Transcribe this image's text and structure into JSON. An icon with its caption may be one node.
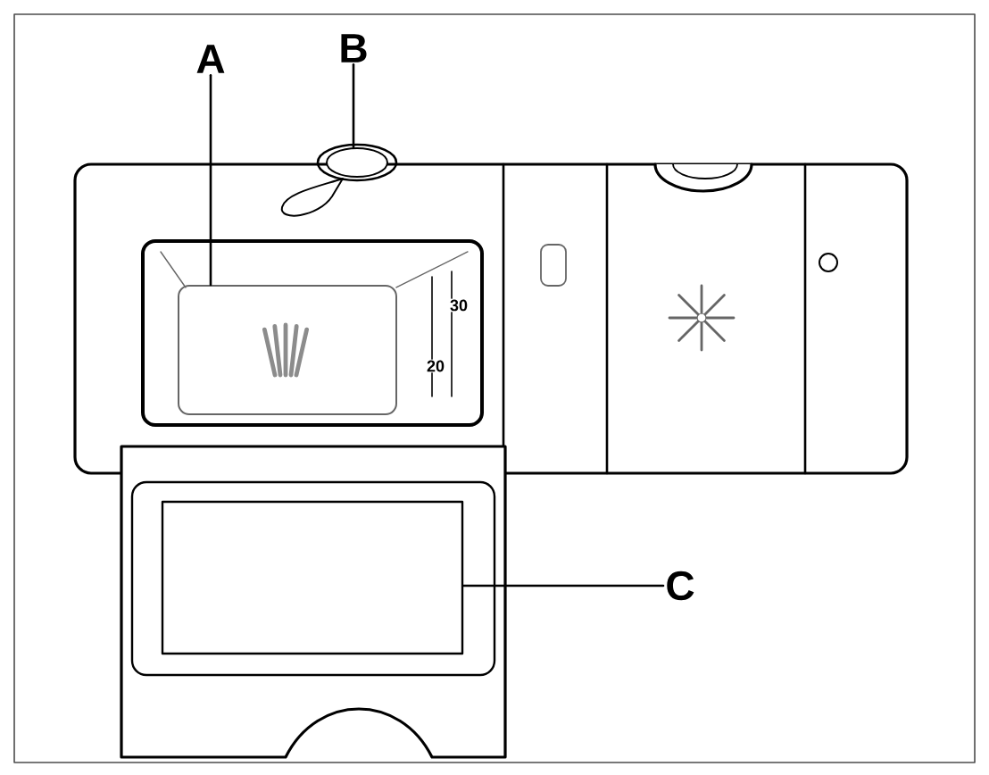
{
  "diagram": {
    "nodes": [
      {
        "text": [
          "A"
        ]
      },
      {
        "text": [
          "B"
        ]
      },
      {
        "text": [
          "C"
        ]
      },
      {
        "text": [],
        "shape": "box"
      },
      {
        "text": [],
        "shape": "circle"
      },
      {
        "text": [],
        "shape": "box"
      }
    ],
    "edges": [
      {
        "from": 0,
        "to": 3,
        "arrow": "none"
      },
      {
        "from": 1,
        "to": 4,
        "arrow": "none"
      },
      {
        "from": 2,
        "to": 5,
        "arrow": "none"
      }
    ],
    "labels": [
      "30",
      "20"
    ]
  }
}
